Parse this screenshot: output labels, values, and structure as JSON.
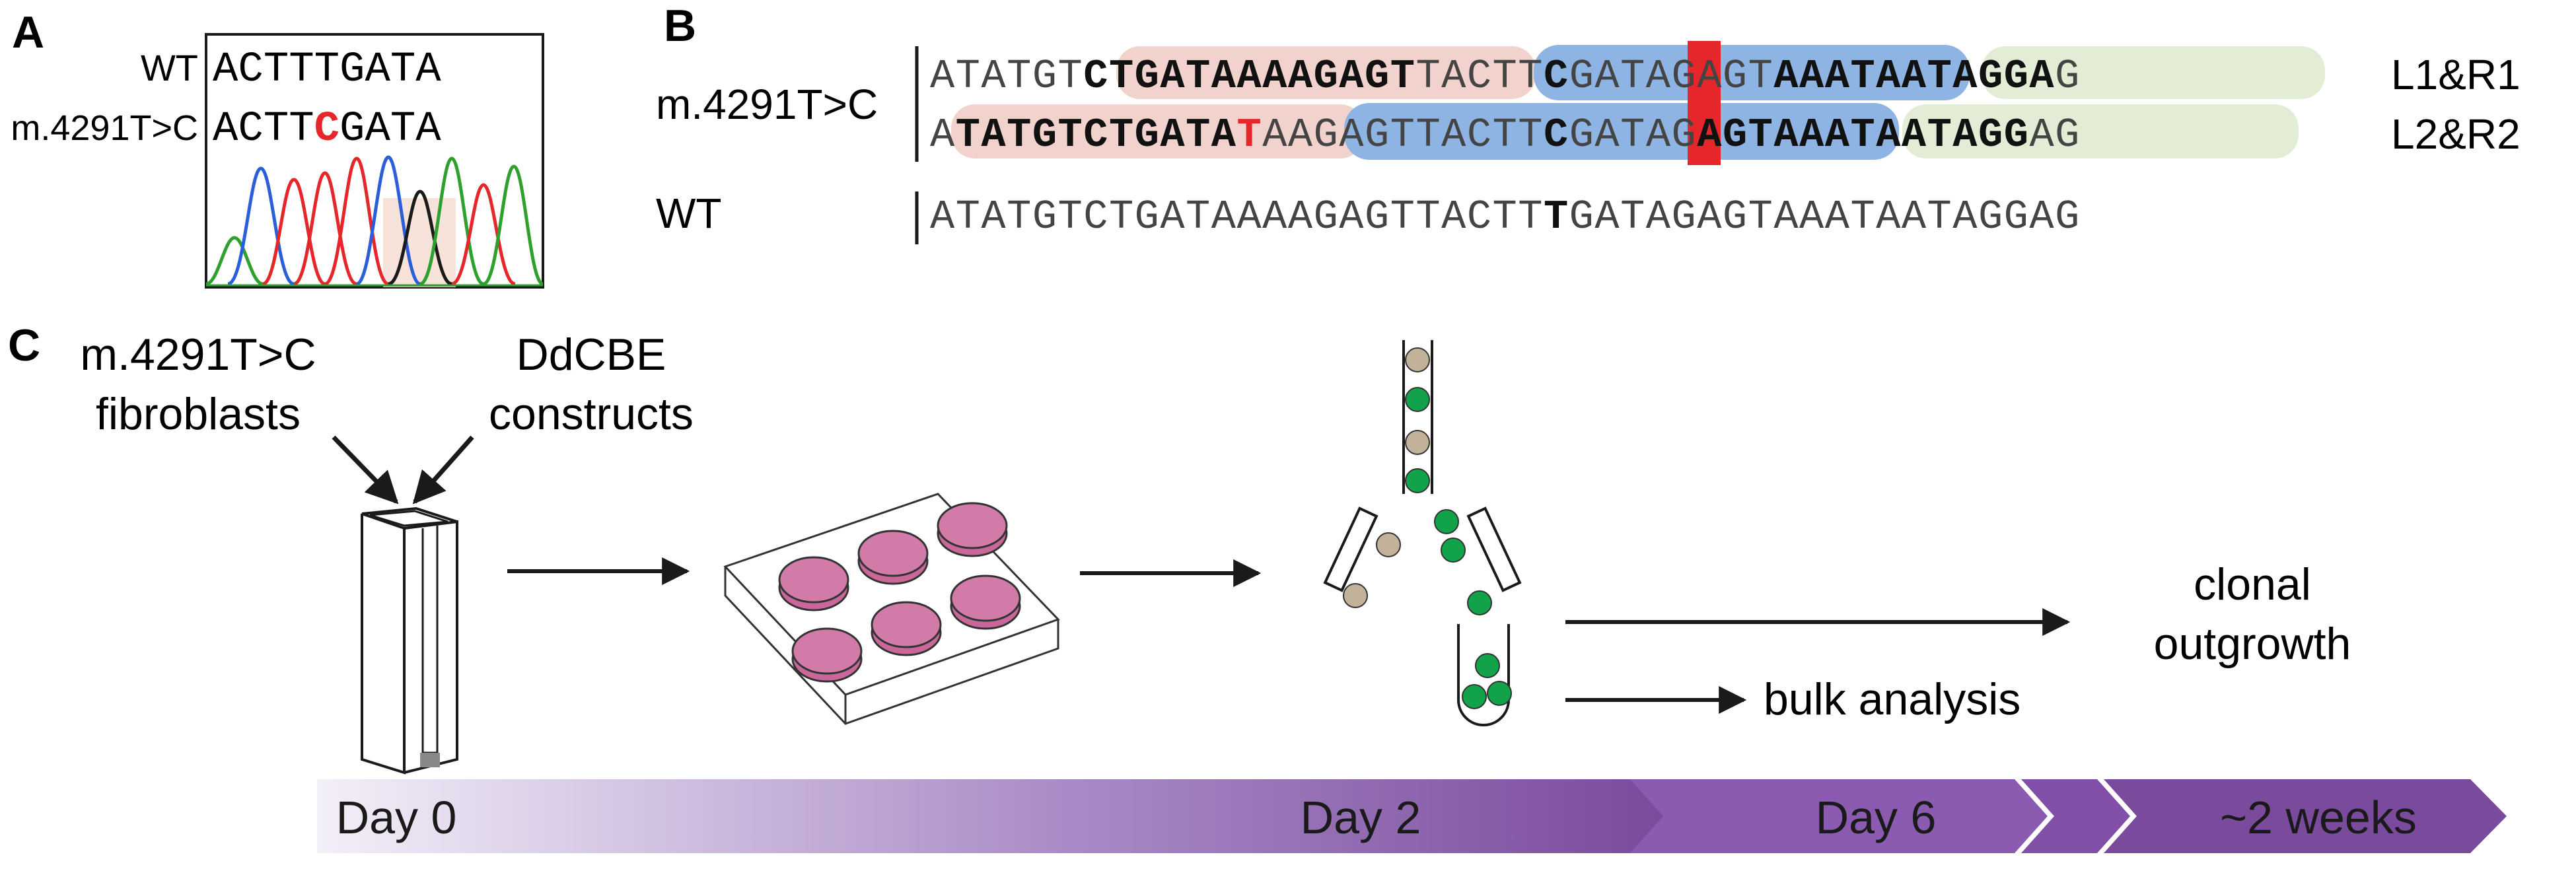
{
  "panels": {
    "a": "A",
    "b": "B",
    "c": "C"
  },
  "panel_a": {
    "wt_label": "WT",
    "mut_label": "m.4291T>C",
    "wt_seq": "ACTTTGATA",
    "mut_seq_pre": "ACTT",
    "mut_base": "C",
    "mut_seq_post": "GATA"
  },
  "panel_b": {
    "mut_label": "m.4291T>C",
    "wt_label": "WT",
    "pair1_label": "L1&R1",
    "pair2_label": "L2&R2",
    "row1": [
      "ATATGT",
      "CTGATAAAAGAGT",
      "TACTT",
      "C",
      "GATAGAGT",
      "AAATAATAGGA",
      "G"
    ],
    "row2": [
      "A",
      "TATGTCTGATA",
      "T",
      "AAGAGTTACTT",
      "C",
      "GATAG",
      "AGTAAATAATAGG",
      "AG"
    ],
    "row_wt": [
      "ATATGTCTGATAAAAGAGTTACTT",
      "T",
      "GATAGAGTAAATAATAGGAG"
    ]
  },
  "panel_c": {
    "cells_label_1": "m.4291T>C",
    "cells_label_2": "fibroblasts",
    "constructs_label_1": "DdCBE",
    "constructs_label_2": "constructs",
    "clonal_1": "clonal",
    "clonal_2": "outgrowth",
    "bulk": "bulk analysis",
    "timeline": [
      "Day 0",
      "Day 2",
      "Day 6",
      "~2 weeks"
    ]
  },
  "colors": {
    "red": "#e5262a",
    "pink_highlight": "#f2d2cc",
    "blue_highlight": "#8eb4e3",
    "green_highlight": "#e3ecd4",
    "dish": "#c9669a",
    "green_cell": "#12a34a",
    "tan_cell": "#c2b29a",
    "timeline_start": "#f3eff8",
    "timeline_end": "#7a4a9c"
  },
  "icons": [
    "cuvette-icon",
    "six-well-plate-icon",
    "cell-sorter-icon"
  ]
}
